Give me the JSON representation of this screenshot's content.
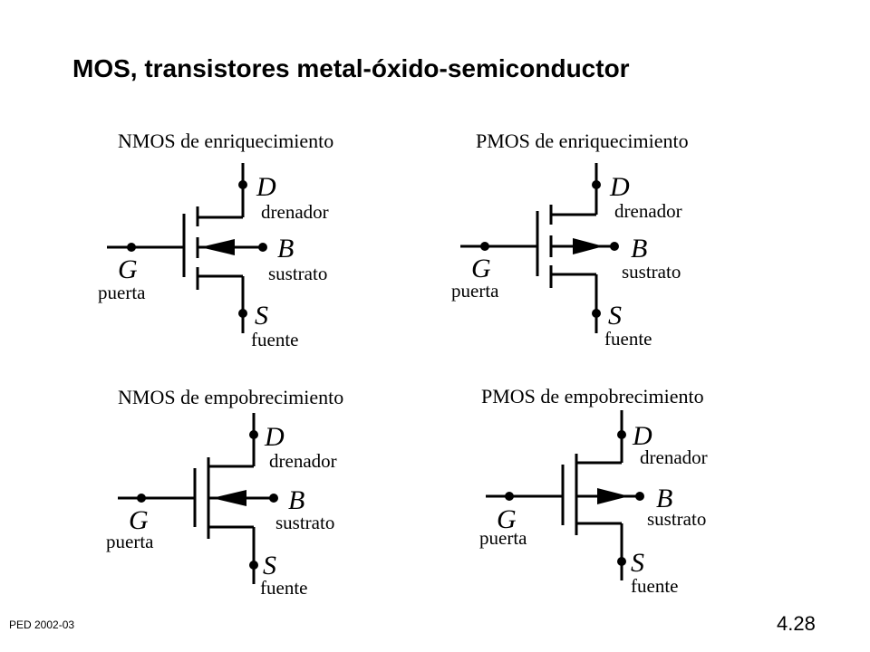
{
  "title": "MOS, transistores metal-óxido-semiconductor",
  "footer": {
    "course": "PED 2002-03",
    "slide_number": "4.28"
  },
  "transistors": [
    {
      "caption": "NMOS de enriquecimiento",
      "arrow": "in",
      "channel": "segmented",
      "terminals": {
        "D": {
          "letter": "D",
          "name": "drenador"
        },
        "B": {
          "letter": "B",
          "name": "sustrato"
        },
        "G": {
          "letter": "G",
          "name": "puerta"
        },
        "S": {
          "letter": "S",
          "name": "fuente"
        }
      }
    },
    {
      "caption": "PMOS de enriquecimiento",
      "arrow": "out",
      "channel": "segmented",
      "terminals": {
        "D": {
          "letter": "D",
          "name": "drenador"
        },
        "B": {
          "letter": "B",
          "name": "sustrato"
        },
        "G": {
          "letter": "G",
          "name": "puerta"
        },
        "S": {
          "letter": "S",
          "name": "fuente"
        }
      }
    },
    {
      "caption": "NMOS de empobrecimiento",
      "arrow": "in",
      "channel": "continuous",
      "terminals": {
        "D": {
          "letter": "D",
          "name": "drenador"
        },
        "B": {
          "letter": "B",
          "name": "sustrato"
        },
        "G": {
          "letter": "G",
          "name": "puerta"
        },
        "S": {
          "letter": "S",
          "name": "fuente"
        }
      }
    },
    {
      "caption": "PMOS de empobrecimiento",
      "arrow": "out",
      "channel": "continuous",
      "terminals": {
        "D": {
          "letter": "D",
          "name": "drenador"
        },
        "B": {
          "letter": "B",
          "name": "sustrato"
        },
        "G": {
          "letter": "G",
          "name": "puerta"
        },
        "S": {
          "letter": "S",
          "name": "fuente"
        }
      }
    }
  ]
}
